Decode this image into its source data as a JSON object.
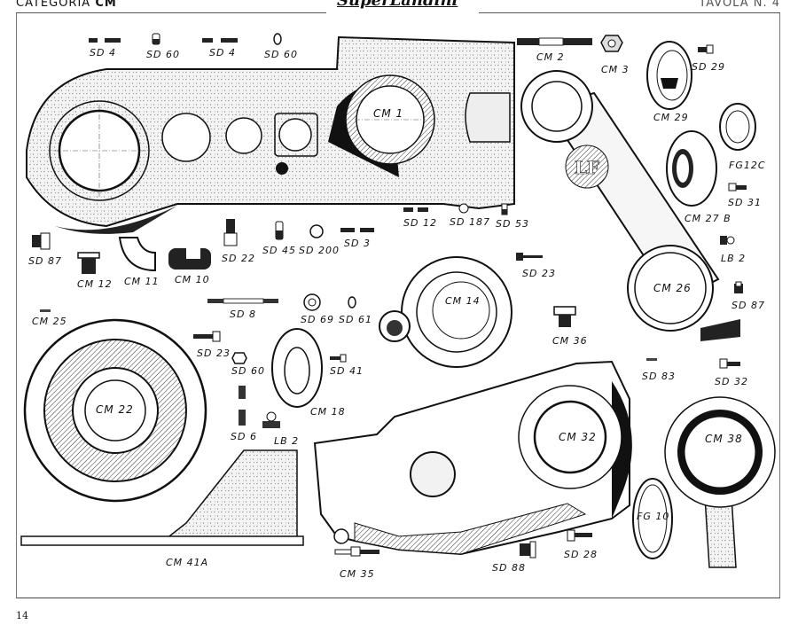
{
  "header": {
    "category_prefix": "CATEGORIA",
    "category_code": "CM",
    "brand": "SuperLandini",
    "plate": "TAVOLA N. 4"
  },
  "page_number": "14",
  "logo_monogram": "LF",
  "parts": {
    "sd4_a": "SD 4",
    "sd60_a": "SD 60",
    "sd4_b": "SD 4",
    "sd60_b": "SD 60",
    "cm1": "CM 1",
    "cm2": "CM 2",
    "cm3": "CM 3",
    "sd29": "SD 29",
    "cm29": "CM 29",
    "fg12c": "FG12C",
    "cm27b": "CM 27 B",
    "sd31": "SD 31",
    "lb2_a": "LB 2",
    "sd87_a": "SD 87",
    "sd87_b": "SD 87",
    "cm26": "CM 26",
    "cm12": "CM 12",
    "cm11": "CM 11",
    "cm10": "CM 10",
    "sd22": "SD 22",
    "sd45": "SD 45",
    "sd200": "SD 200",
    "sd3": "SD 3",
    "sd12": "SD 12",
    "sd187": "SD 187",
    "sd53": "SD 53",
    "sd23_a": "SD 23",
    "cm25": "CM 25",
    "sd8": "SD 8",
    "sd69": "SD 69",
    "sd61": "SD 61",
    "cm14": "CM 14",
    "cm36": "CM 36",
    "sd23_b": "SD 23",
    "sd60_c": "SD 60",
    "sd41": "SD 41",
    "cm18": "CM 18",
    "sd83": "SD 83",
    "sd32": "SD 32",
    "cm22": "CM 22",
    "sd6": "SD 6",
    "lb2_b": "LB 2",
    "cm32": "CM 32",
    "cm38": "CM 38",
    "fg10": "FG 10",
    "cm41a": "CM 41A",
    "cm35": "CM 35",
    "sd88": "SD 88",
    "sd28": "SD 28"
  }
}
